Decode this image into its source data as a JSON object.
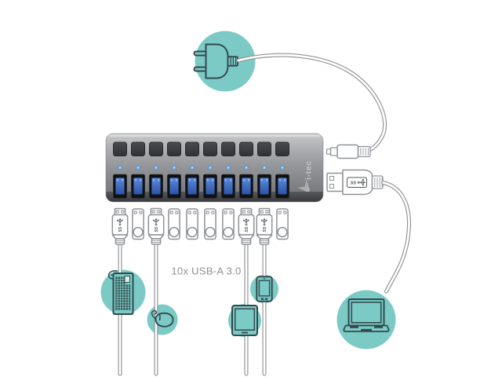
{
  "illustration": {
    "caption": {
      "label": "10x USB-A 3.0",
      "color": "#8e9093"
    },
    "brand": {
      "label": "i-tec",
      "color": "#c6c7c9"
    },
    "usb_ss_logo": "SS",
    "colors": {
      "background": "#ffffff",
      "teal_circle": "#7ccac6",
      "icon_stroke": "#324a4e",
      "cable_outline": "#8f9296",
      "hub_body_light": "#c9cacc",
      "hub_body_dark": "#6f7074",
      "button_dark": "#313236",
      "led_blue": "#6ab2ff",
      "port_blue": "#3f6fc4",
      "logo_gray": "#55585b"
    },
    "hub": {
      "button_count": 10,
      "led_count": 10,
      "port_count": 10
    },
    "downstream": {
      "plug_count": 10,
      "connected_ports": [
        1,
        3,
        8,
        9
      ]
    },
    "devices": [
      {
        "name": "power-plug"
      },
      {
        "name": "keyboard"
      },
      {
        "name": "mouse"
      },
      {
        "name": "tablet"
      },
      {
        "name": "smartphone"
      },
      {
        "name": "laptop"
      }
    ]
  }
}
